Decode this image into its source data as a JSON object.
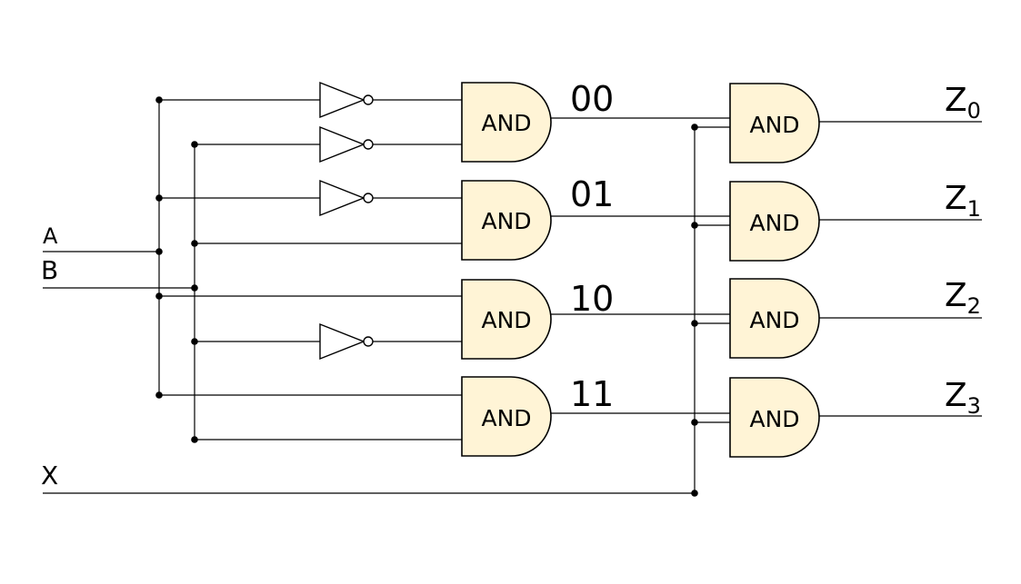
{
  "inputs": {
    "a": "A",
    "b": "B",
    "x": "X"
  },
  "gate_text": "AND",
  "decode_codes": [
    "00",
    "01",
    "10",
    "11"
  ],
  "outputs": [
    {
      "base": "Z",
      "sub": "0"
    },
    {
      "base": "Z",
      "sub": "1"
    },
    {
      "base": "Z",
      "sub": "2"
    },
    {
      "base": "Z",
      "sub": "3"
    }
  ],
  "colors": {
    "gate_fill": "#fff4d6",
    "wire": "#000000"
  }
}
